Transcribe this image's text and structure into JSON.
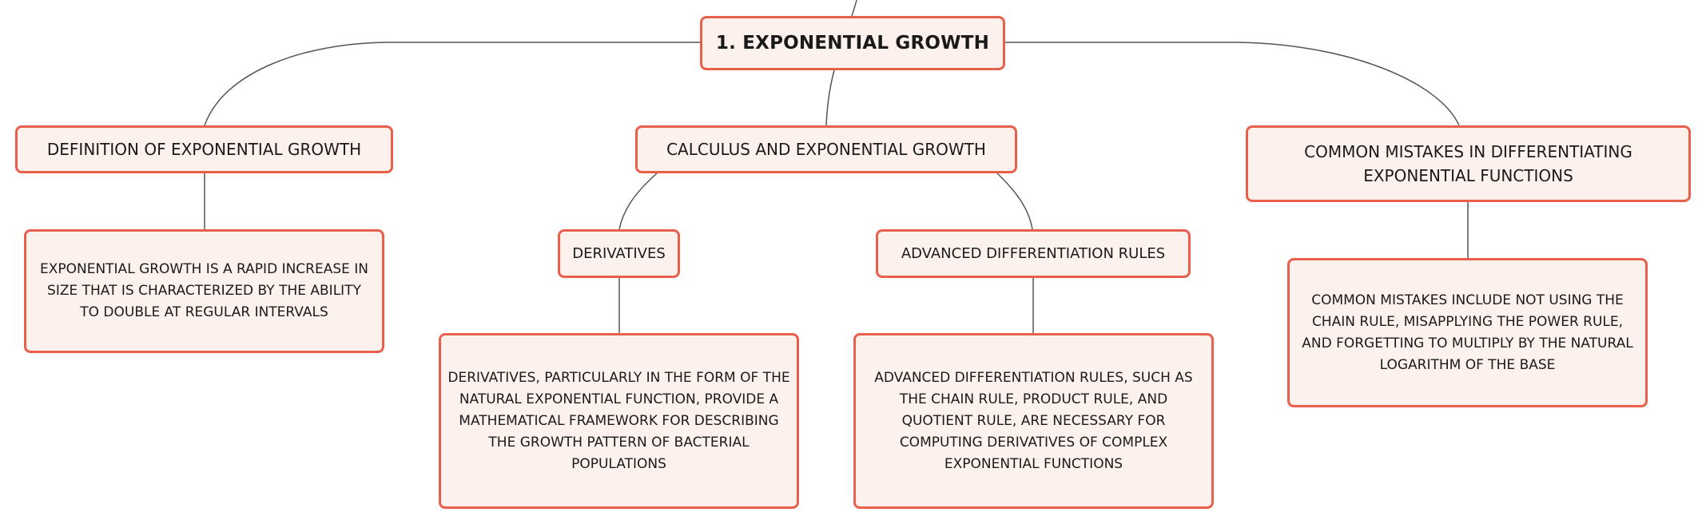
{
  "root": {
    "label": "1. EXPONENTIAL GROWTH"
  },
  "branches": [
    {
      "label": "DEFINITION OF EXPONENTIAL GROWTH",
      "description": "EXPONENTIAL GROWTH IS A RAPID INCREASE IN SIZE THAT IS CHARACTERIZED BY THE ABILITY TO DOUBLE AT REGULAR INTERVALS"
    },
    {
      "label": "CALCULUS AND EXPONENTIAL GROWTH",
      "children": [
        {
          "label": "DERIVATIVES",
          "description": "DERIVATIVES, PARTICULARLY IN THE FORM OF THE NATURAL EXPONENTIAL FUNCTION, PROVIDE A MATHEMATICAL FRAMEWORK FOR DESCRIBING THE GROWTH PATTERN OF BACTERIAL POPULATIONS"
        },
        {
          "label": "ADVANCED DIFFERENTIATION RULES",
          "description": "ADVANCED DIFFERENTIATION RULES, SUCH AS THE CHAIN RULE, PRODUCT RULE, AND QUOTIENT RULE, ARE NECESSARY FOR COMPUTING DERIVATIVES OF COMPLEX EXPONENTIAL FUNCTIONS"
        }
      ]
    },
    {
      "label": "COMMON MISTAKES IN DIFFERENTIATING EXPONENTIAL FUNCTIONS",
      "description": "COMMON MISTAKES INCLUDE NOT USING THE CHAIN RULE, MISAPPLYING THE POWER RULE, AND FORGETTING TO MULTIPLY BY THE NATURAL LOGARITHM OF THE BASE"
    }
  ],
  "colors": {
    "node_border": "#e8604c",
    "node_fill": "#fdf1ee",
    "connector": "#555555",
    "text": "#1a1a1a"
  }
}
